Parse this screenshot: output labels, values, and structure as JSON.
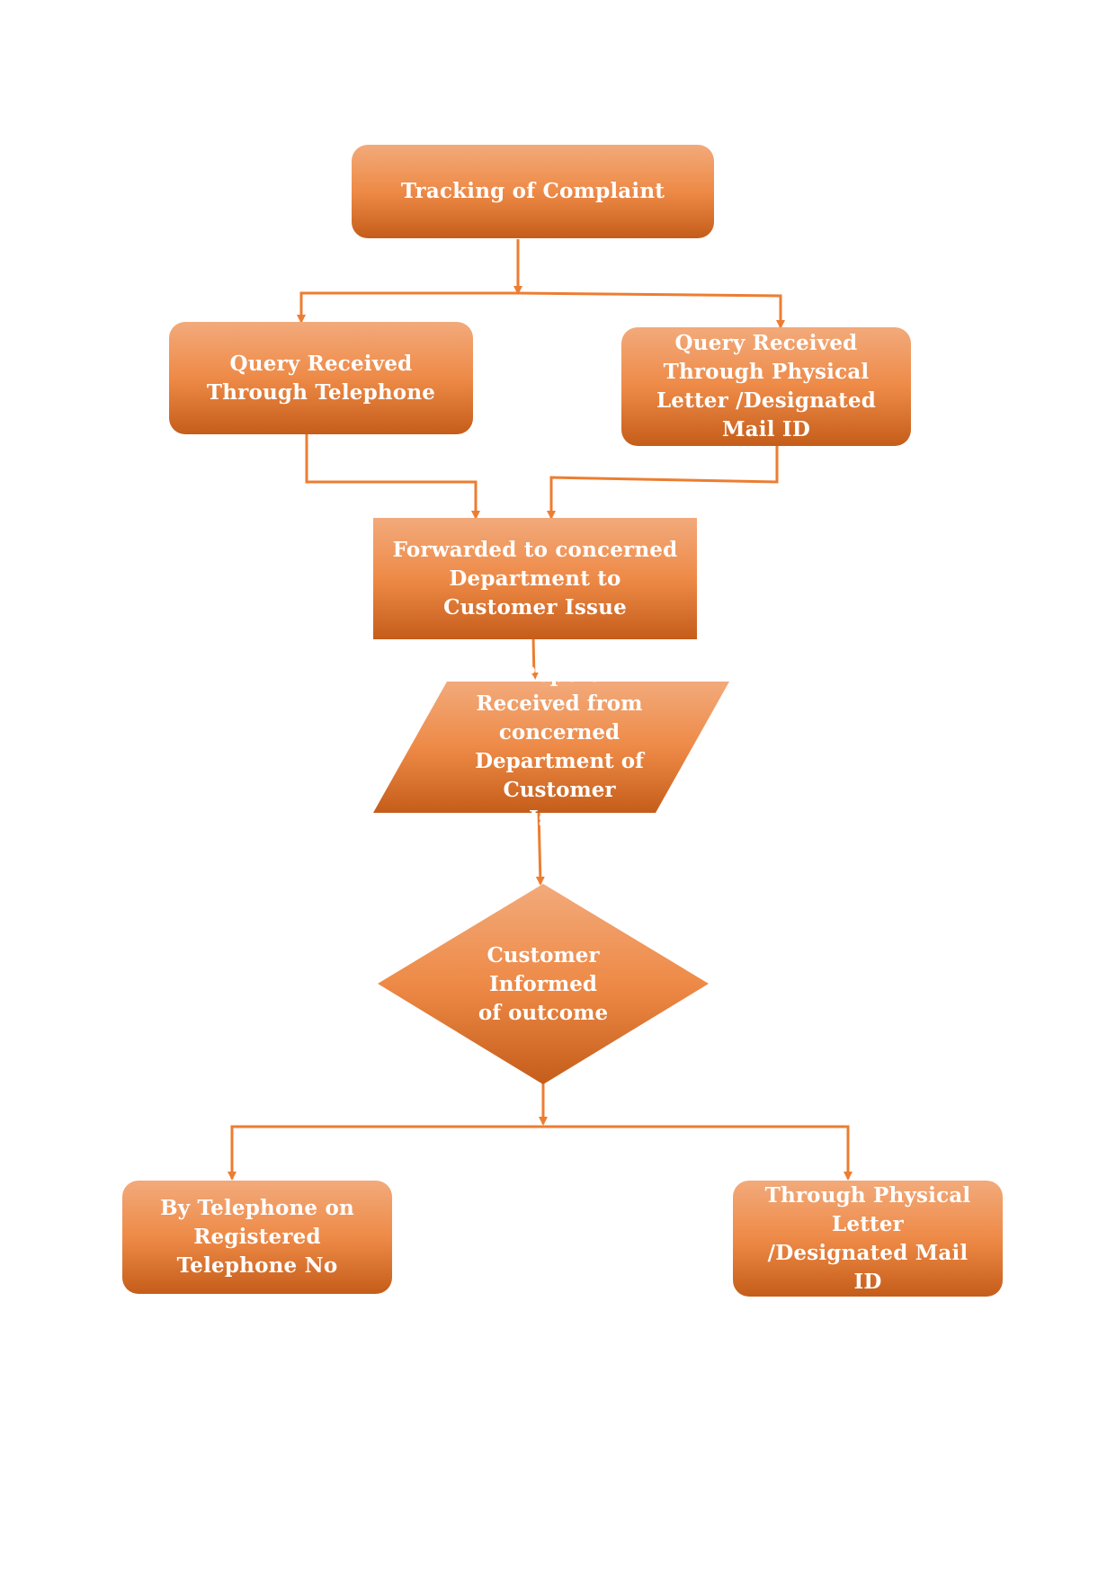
{
  "colors": {
    "accent": "#ed7d31",
    "node_top": "#f2aa7b",
    "node_mid": "#ee8a47",
    "node_bottom": "#c55d1a",
    "text": "#ffffff",
    "connector": "#ed7d31"
  },
  "diagram": {
    "start": "Tracking of Complaint",
    "query_telephone": "Query Received Through Telephone",
    "query_letter": "Query Received Through Physical Letter /Designated Mail ID",
    "forwarded": "Forwarded to concerned Department to Customer Issue",
    "report": "Report Received from concerned Department of Customer Issue",
    "decision": "Customer Informed of outcome",
    "out_telephone": "By Telephone on Registered Telephone No",
    "out_letter": "Through Physical Letter /Designated Mail ID"
  }
}
